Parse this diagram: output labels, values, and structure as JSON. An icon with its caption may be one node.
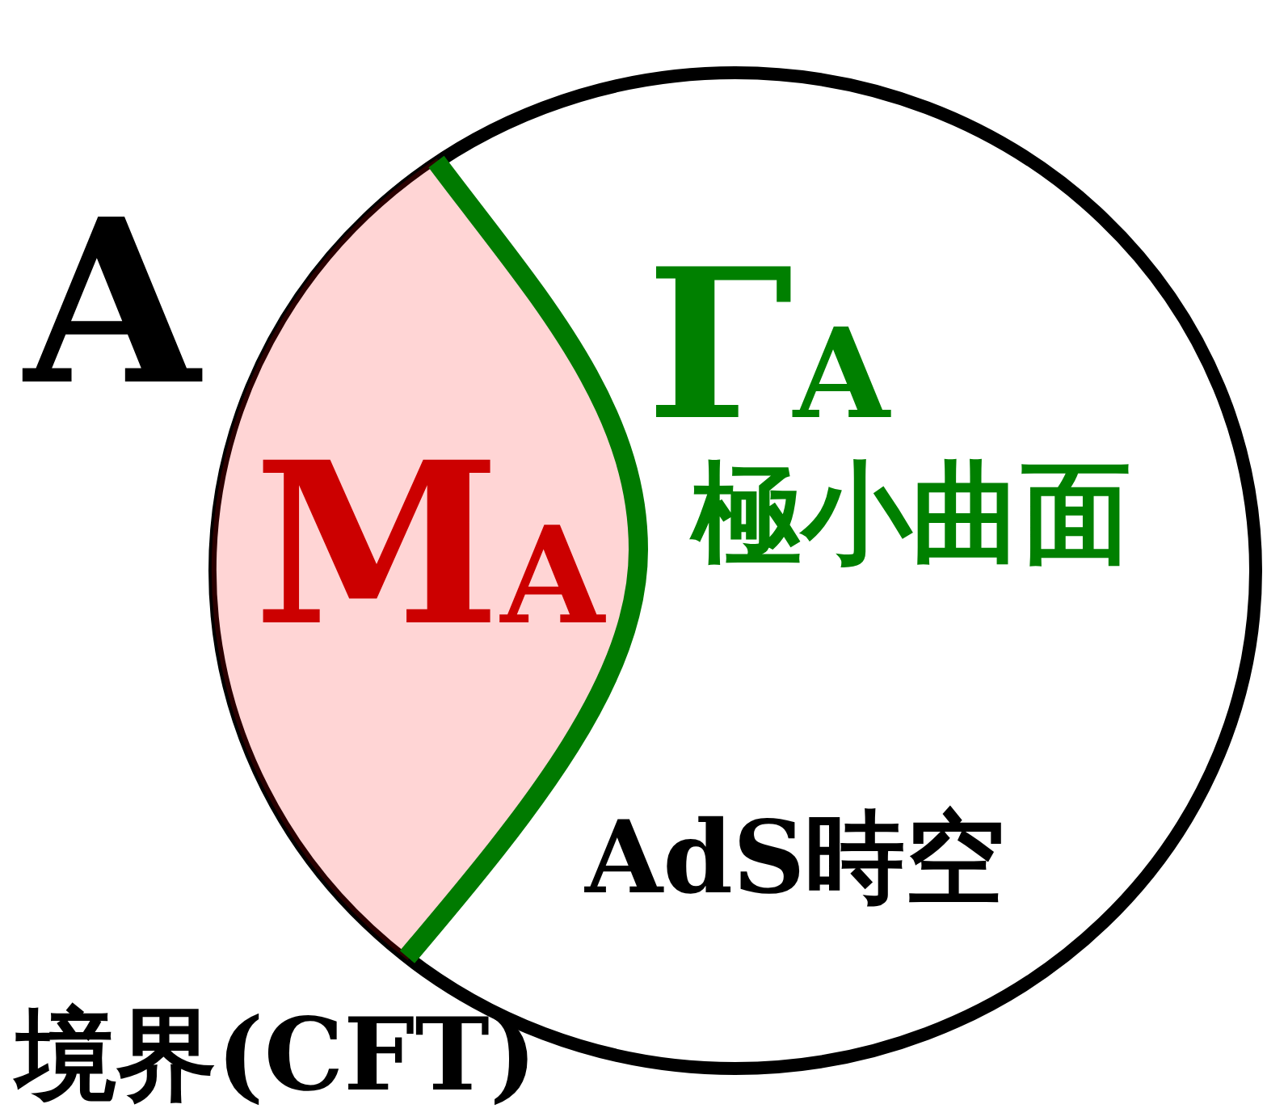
{
  "diagram": {
    "nodes": [
      {
        "text": [
          "AdS時空"
        ]
      },
      {
        "text": [
          "M$_{A}$"
        ],
        "in": 0
      }
    ],
    "labels": [
      "A",
      "Γ$_{A}$",
      "極小曲面",
      "境界(CFT)"
    ]
  }
}
